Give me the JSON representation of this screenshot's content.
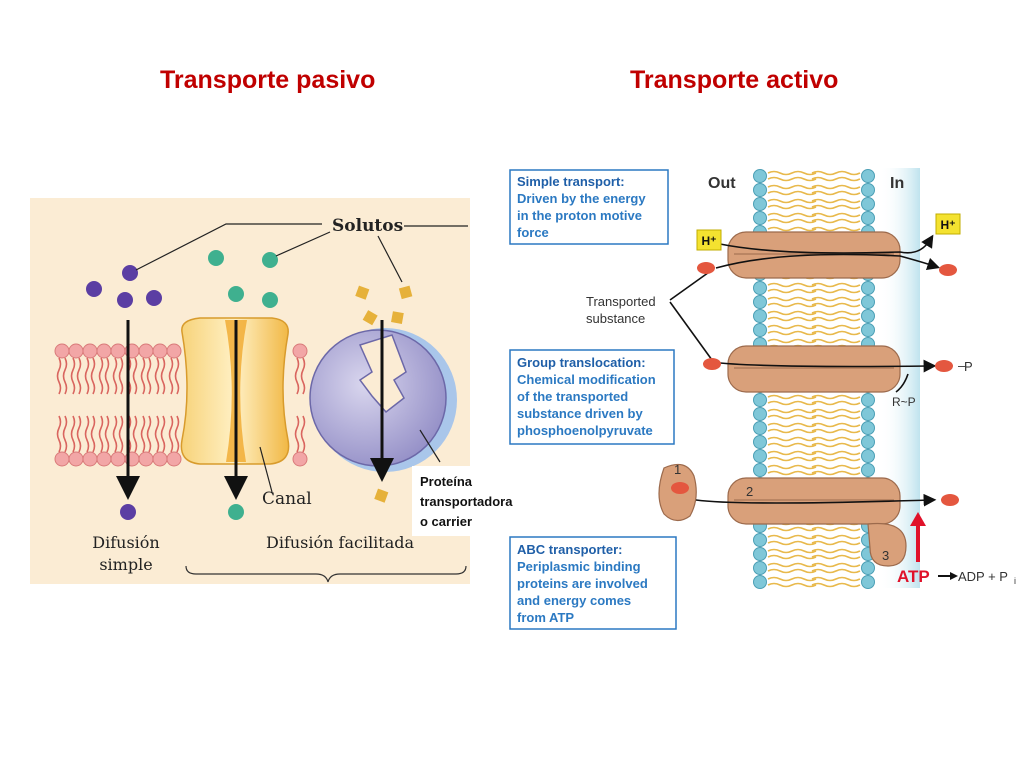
{
  "titles": {
    "left": "Transporte pasivo",
    "right": "Transporte activo"
  },
  "left_diagram": {
    "solutes_label": "Solutos",
    "channel_label": "Canal",
    "simple_diffusion_line1": "Difusión",
    "simple_diffusion_line2": "simple",
    "facilitated_diffusion": "Difusión facilitada",
    "carrier_line1": "Proteína",
    "carrier_line2": "transportadora",
    "carrier_line3": "o carrier"
  },
  "right_diagram": {
    "out_label": "Out",
    "in_label": "In",
    "h_out": "H⁺",
    "h_in": "H⁺",
    "transported_line1": "Transported",
    "transported_line2": "substance",
    "p_label": "P",
    "rp_label": "R~P",
    "num1": "1",
    "num2": "2",
    "num3": "3",
    "atp_label": "ATP",
    "adp_label": "ADP + P",
    "adp_sub": "i",
    "simple_box": {
      "title": "Simple transport:",
      "lines": [
        "Driven by the energy",
        "in the proton motive",
        "force"
      ]
    },
    "group_box": {
      "title": "Group translocation:",
      "lines": [
        "Chemical modification",
        "of the transported",
        "substance driven by",
        "phosphoenolpyruvate"
      ]
    },
    "abc_box": {
      "title": "ABC transporter:",
      "lines": [
        "Periplasmic binding",
        "proteins are involved",
        "and energy comes",
        "from ATP"
      ]
    }
  },
  "colors": {
    "title_red": "#c00000",
    "box_blue": "#2b79c2",
    "lipid_head_blue": "#7fc7d8",
    "lipid_tail": "#e8b94c",
    "protein": "#d9a07a",
    "solute_red": "#e4573f"
  }
}
